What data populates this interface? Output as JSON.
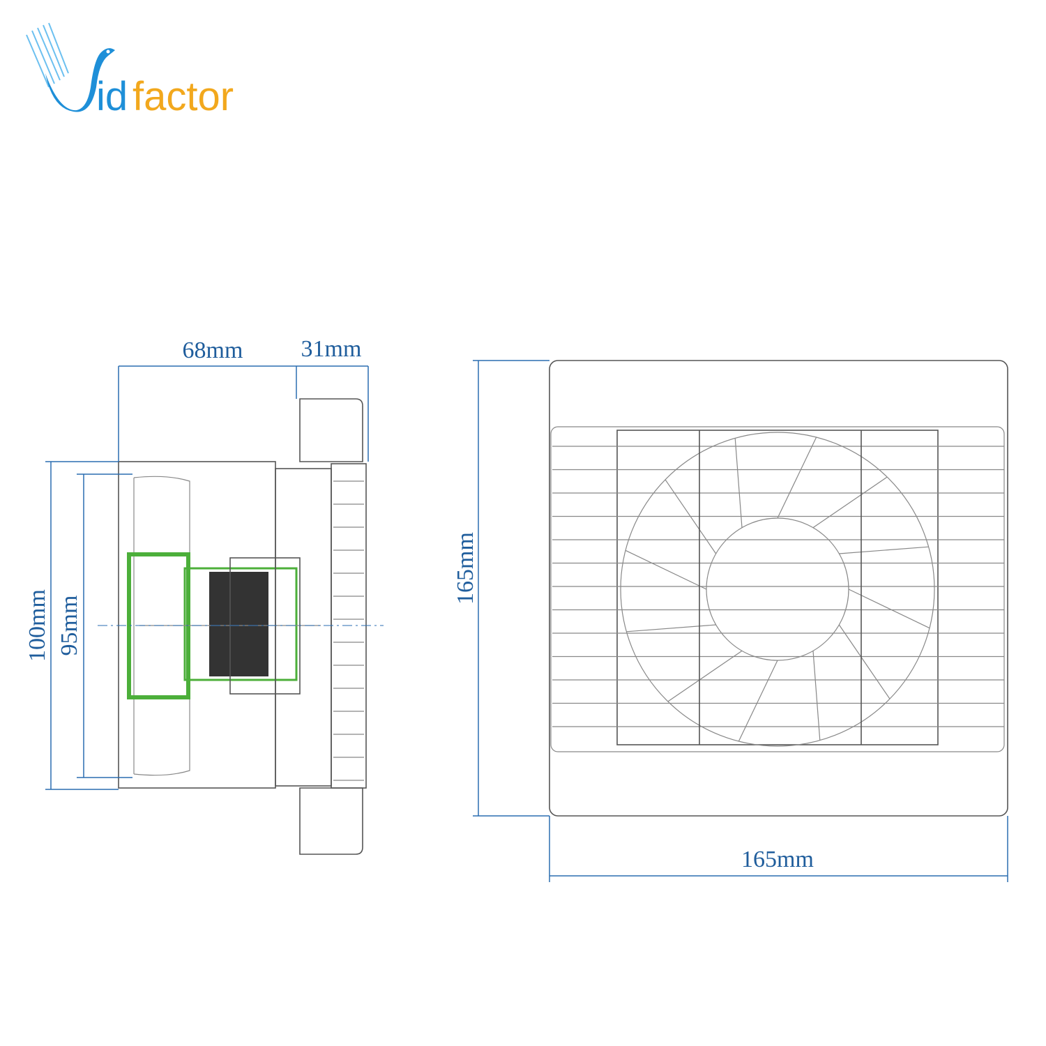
{
  "logo": {
    "text_v": "V",
    "text_id": "id",
    "text_factor": "factor",
    "full": "Vidfactor"
  },
  "colors": {
    "brand_blue": "#1e8fd8",
    "brand_orange": "#f2a81d",
    "dimension": "#1f5d9c",
    "insulation_green": "#4caf3a"
  },
  "side_view": {
    "depth_body": "68mm",
    "depth_grille": "31mm",
    "height_outer": "100mm",
    "height_inner": "95mm"
  },
  "front_view": {
    "height": "165mm",
    "width": "165mm"
  }
}
